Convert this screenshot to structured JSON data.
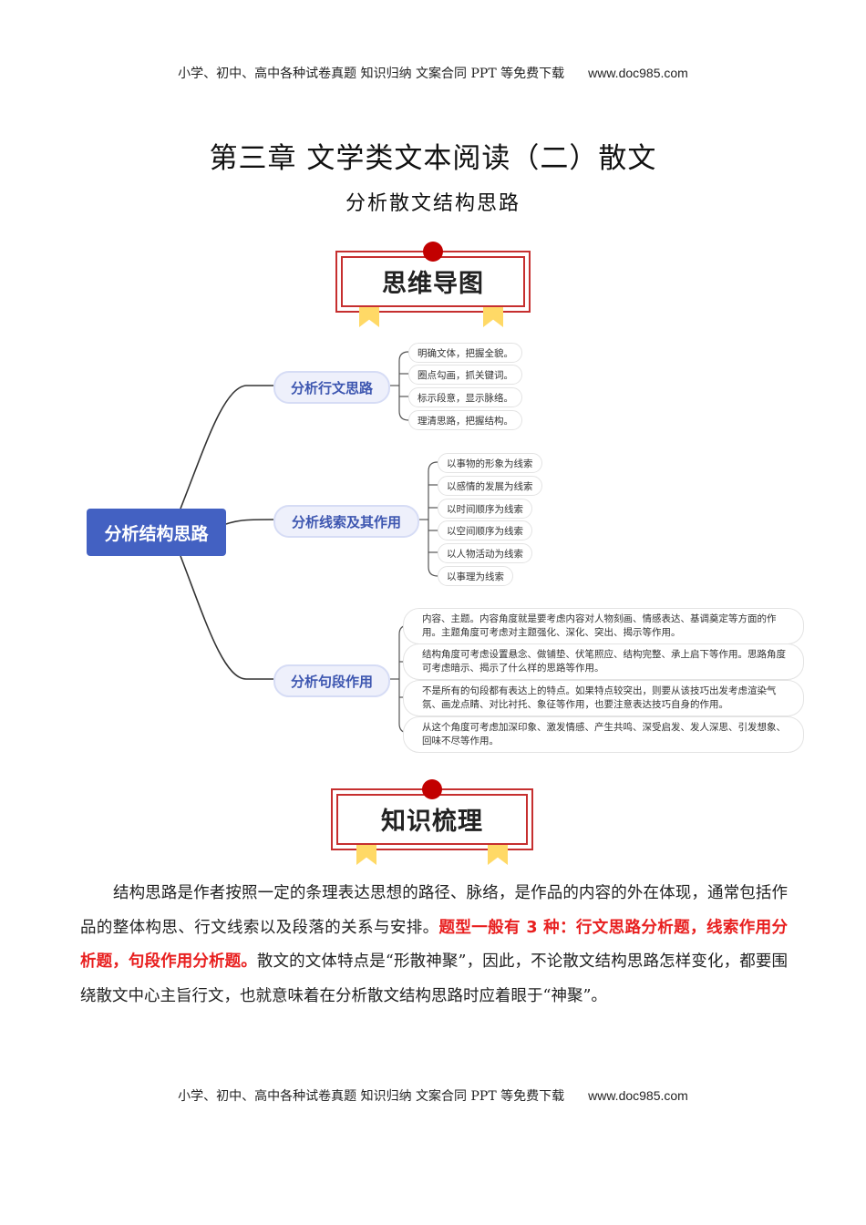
{
  "header": {
    "text": "小学、初中、高中各种试卷真题  知识归纳  文案合同  PPT 等免费下载",
    "site": "www.doc985.com"
  },
  "title": "第三章 文学类文本阅读（二）散文",
  "subtitle": "分析散文结构思路",
  "banners": [
    {
      "label": "思维导图"
    },
    {
      "label": "知识梳理"
    }
  ],
  "mindmap": {
    "root": "分析结构思路",
    "colors": {
      "root": "#4361c2",
      "branch_bg": "#eef0fb",
      "branch_text": "#3d56b0",
      "line": "#333333"
    },
    "branches": [
      {
        "label": "分析行文思路",
        "leaves": [
          "明确文体，把握全貌。",
          "圈点勾画，抓关键词。",
          "标示段意，显示脉络。",
          "理清思路，把握结构。"
        ]
      },
      {
        "label": "分析线索及其作用",
        "leaves": [
          "以事物的形象为线索",
          "以感情的发展为线索",
          "以时间顺序为线索",
          "以空间顺序为线索",
          "以人物活动为线索",
          "以事理为线索"
        ]
      },
      {
        "label": "分析句段作用",
        "leaves": [
          "内容、主题。内容角度就是要考虑内容对人物刻画、情感表达、基调奠定等方面的作用。主题角度可考虑对主题强化、深化、突出、揭示等作用。",
          "结构角度可考虑设置悬念、做铺垫、伏笔照应、结构完整、承上启下等作用。思路角度可考虑暗示、揭示了什么样的思路等作用。",
          "不是所有的句段都有表达上的特点。如果特点较突出，则要从该技巧出发考虑渲染气氛、画龙点睛、对比衬托、象征等作用，也要注意表达技巧自身的作用。",
          "从这个角度可考虑加深印象、激发情感、产生共鸣、深受启发、发人深思、引发想象、回味不尽等作用。"
        ]
      }
    ]
  },
  "body": {
    "part1": "结构思路是作者按照一定的条理表达思想的路径、脉络，是作品的内容的外在体现，通常包括作品的整体构思、行文线索以及段落的关系与安排。",
    "highlight": "题型一般有 3 种：行文思路分析题，线索作用分析题，句段作用分析题。",
    "part2": "散文的文体特点是“形散神聚”，因此，不论散文结构思路怎样变化，都要围绕散文中心主旨行文，也就意味着在分析散文结构思路时应着眼于“神聚”。",
    "highlight_color": "#e81f1f"
  },
  "footer": {
    "text": "小学、初中、高中各种试卷真题  知识归纳  文案合同  PPT 等免费下载",
    "site": "www.doc985.com"
  }
}
